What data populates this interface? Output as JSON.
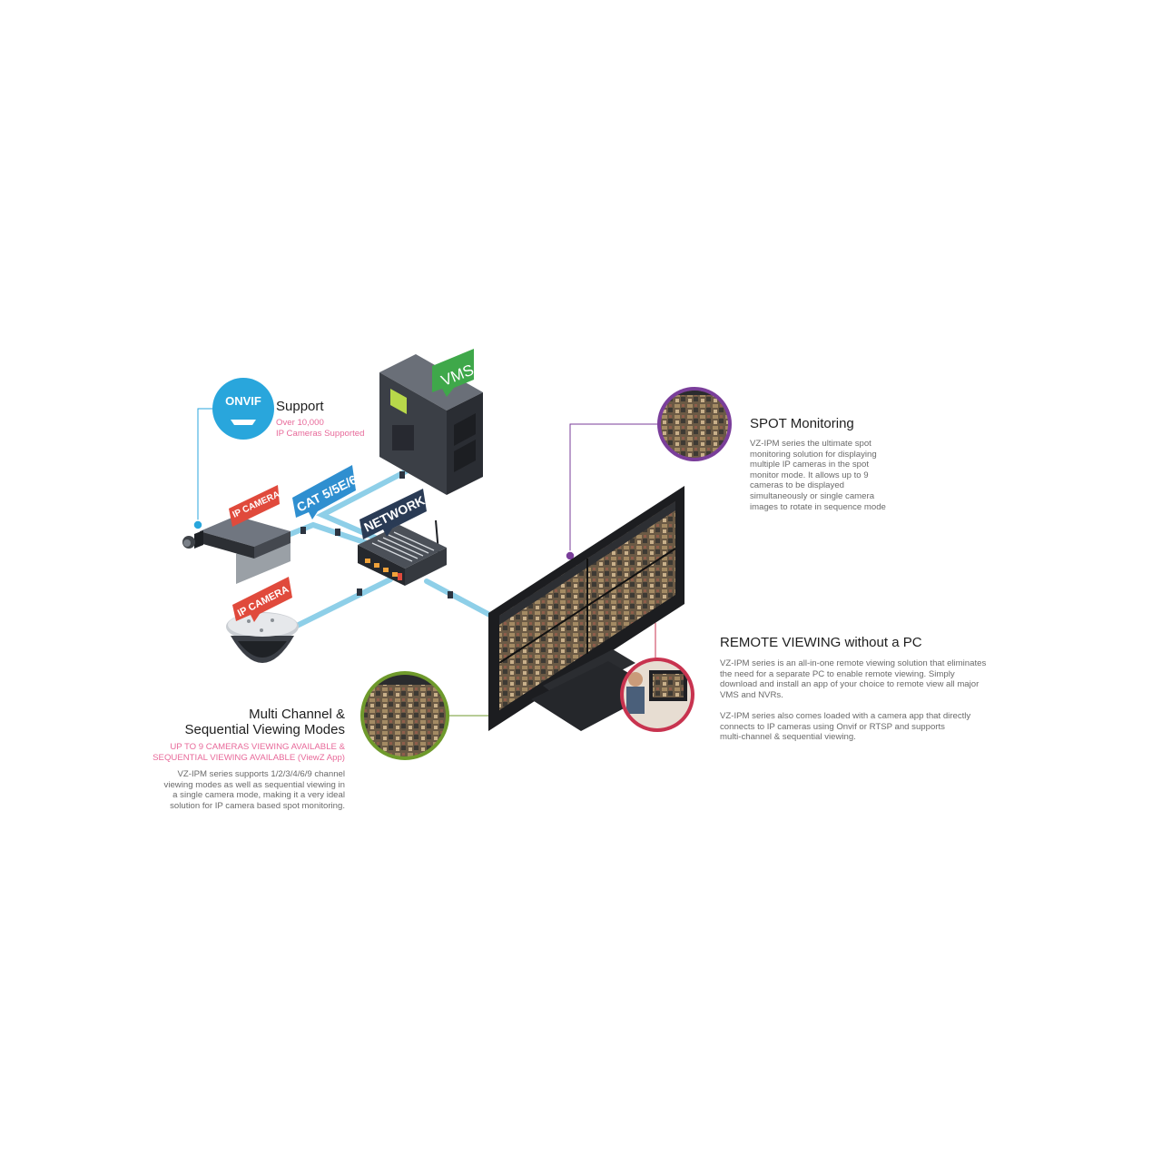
{
  "labels": {
    "vms": "VMS",
    "cat": "CAT 5/5E/6",
    "network": "NETWORK",
    "ip_camera_1": "IP CAMERA",
    "ip_camera_2": "IP CAMERA",
    "onvif_logo": "ONVIF"
  },
  "support": {
    "title": "Support",
    "line1": "Over 10,000",
    "line2": "IP Cameras Supported"
  },
  "spot": {
    "title": "SPOT Monitoring",
    "lines": [
      "VZ-IPM series the ultimate spot",
      "monitoring solution for displaying",
      "multiple IP cameras in the spot",
      "monitor mode. It allows up to 9",
      "cameras to be displayed",
      "simultaneously or single camera",
      "images to rotate in sequence mode"
    ]
  },
  "remote": {
    "title": "REMOTE VIEWING without a PC",
    "para1": [
      "VZ-IPM series is an all-in-one remote viewing solution that eliminates",
      "the need for a separate PC to enable remote viewing.  Simply",
      "download and install an app of your choice to remote view all major",
      "VMS and NVRs."
    ],
    "para2": [
      "VZ-IPM series also comes loaded with a camera app that directly",
      "connects to IP cameras using Onvif or RTSP and supports",
      "multi-channel & sequential viewing."
    ]
  },
  "multi": {
    "title1": "Multi Channel &",
    "title2": "Sequential Viewing Modes",
    "pink1": "UP TO 9 CAMERAS VIEWING AVAILABLE &",
    "pink2": "SEQUENTIAL VIEWING AVAILABLE (ViewZ App)",
    "lines": [
      "VZ-IPM series supports 1/2/3/4/6/9 channel",
      "viewing modes as well as sequential viewing in",
      "a single camera mode, making it a very ideal",
      "solution for IP camera based spot monitoring."
    ]
  },
  "colors": {
    "cable": "#8ecfe8",
    "vms_green": "#3fa84a",
    "cat_blue": "#2f8fd0",
    "network_navy": "#2a3b55",
    "ipcam_red": "#e04a3c",
    "spot_purple": "#7a3e9a",
    "remote_red": "#c8334f",
    "multi_green": "#6f9a2c",
    "support_blue": "#29a6dc"
  }
}
